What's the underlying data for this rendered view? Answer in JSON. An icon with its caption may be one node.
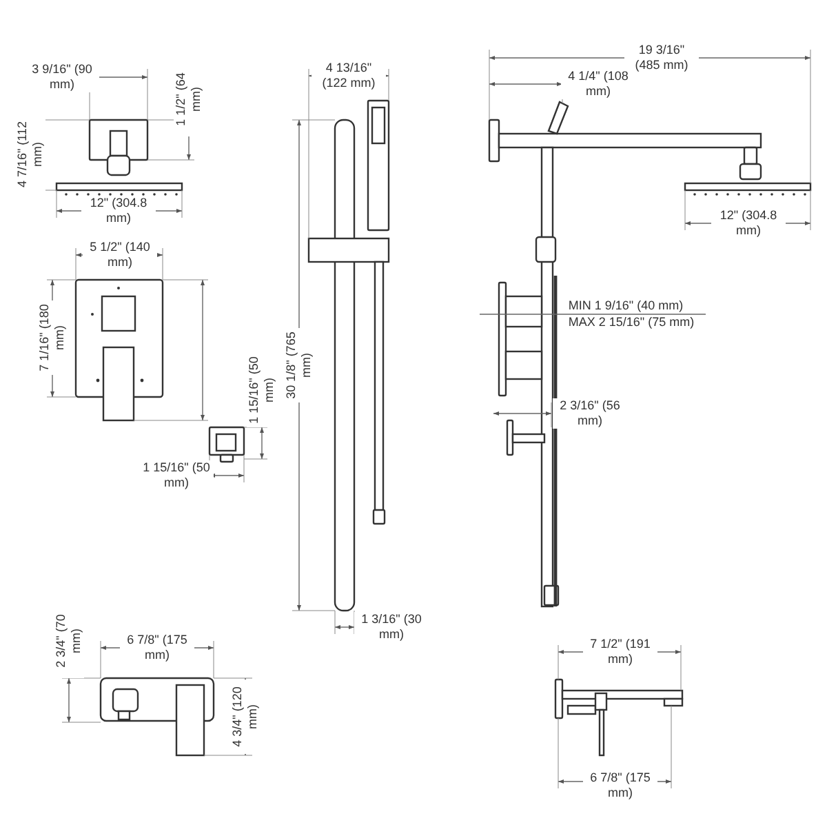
{
  "diagram": {
    "labels": [
      "3 9/16\" (90 mm)",
      "1 1/2\" (64 mm)",
      "4 7/16\" (112 mm)",
      "12\" (304.8 mm)",
      "5 1/2\" (140 mm)",
      "7 1/16\" (180 mm)",
      "1 15/16\" (50 mm)",
      "1 15/16\" (50 mm)",
      "4 13/16\" (122 mm)",
      "30 1/8\" (765 mm)",
      "1 3/16\" (30 mm)",
      "19 3/16\" (485 mm)",
      "4 1/4\" (108 mm)",
      "12\" (304.8 mm)",
      "MIN 1 9/16\" (40 mm)",
      "MAX 2 15/16\" (75 mm)",
      "2 3/16\" (56 mm)",
      "2 3/4\" (70 mm)",
      "6 7/8\" (175 mm)",
      "4 3/4\" (120 mm)",
      "7 1/2\" (191 mm)",
      "6 7/8\" (175 mm)"
    ]
  }
}
